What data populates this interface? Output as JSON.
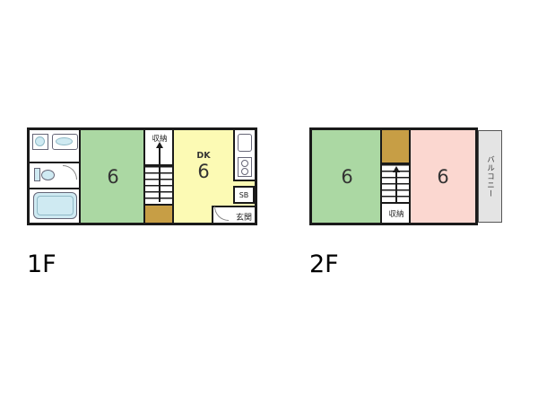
{
  "floor1": {
    "label": "1F",
    "tatami": {
      "size": "6"
    },
    "dk": {
      "label": "DK",
      "size": "6"
    },
    "storage": {
      "label": "収納"
    },
    "shoebox": {
      "label": "SB"
    },
    "entrance": {
      "label": "玄関"
    }
  },
  "floor2": {
    "label": "2F",
    "tatami": {
      "size": "6"
    },
    "bedroom": {
      "size": "6"
    },
    "storage": {
      "label": "収納"
    },
    "balcony": {
      "label": "バルコニー"
    }
  },
  "colors": {
    "tatami_green": "#abd8a3",
    "dk_yellow": "#fcfab4",
    "room_pink": "#fbd7d0",
    "closet_tan": "#c79e45",
    "balcony_gray": "#e4e4e4",
    "fixture_blue": "#cfeaf2",
    "wall_black": "#1a1a1a"
  }
}
